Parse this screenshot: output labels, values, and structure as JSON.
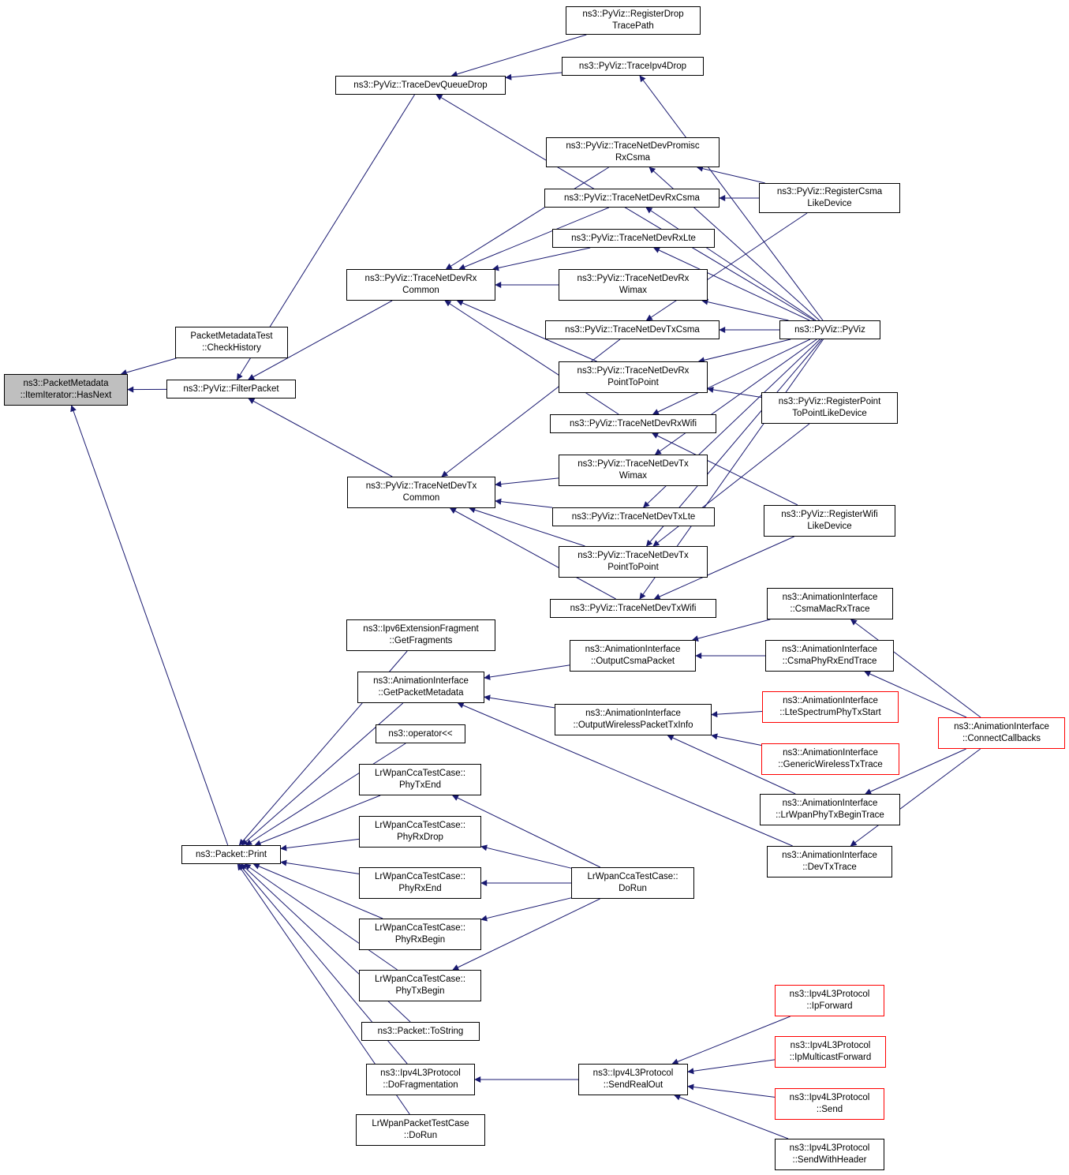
{
  "diagram": {
    "edge_color": "#191970",
    "truncated_node_border_color": "#ff0000",
    "root_fill_color": "#bfbfbf",
    "nodes": [
      {
        "id": "root",
        "lines": [
          "ns3::PacketMetadata",
          "::ItemIterator::HasNext"
        ],
        "style": "root"
      },
      {
        "id": "pmt",
        "lines": [
          "PacketMetadataTest",
          "::CheckHistory"
        ]
      },
      {
        "id": "fp",
        "lines": [
          "ns3::PyViz::FilterPacket"
        ]
      },
      {
        "id": "pp",
        "lines": [
          "ns3::Packet::Print"
        ]
      },
      {
        "id": "tdqd",
        "lines": [
          "ns3::PyViz::TraceDevQueueDrop"
        ]
      },
      {
        "id": "rxc",
        "lines": [
          "ns3::PyViz::TraceNetDevRx",
          "Common"
        ]
      },
      {
        "id": "txc",
        "lines": [
          "ns3::PyViz::TraceNetDevTx",
          "Common"
        ]
      },
      {
        "id": "rdtp",
        "lines": [
          "ns3::PyViz::RegisterDrop",
          "TracePath"
        ]
      },
      {
        "id": "ti4d",
        "lines": [
          "ns3::PyViz::TraceIpv4Drop"
        ]
      },
      {
        "id": "tprc",
        "lines": [
          "ns3::PyViz::TraceNetDevPromisc",
          "RxCsma"
        ]
      },
      {
        "id": "trxcs",
        "lines": [
          "ns3::PyViz::TraceNetDevRxCsma"
        ]
      },
      {
        "id": "trxlte",
        "lines": [
          "ns3::PyViz::TraceNetDevRxLte"
        ]
      },
      {
        "id": "trxwx",
        "lines": [
          "ns3::PyViz::TraceNetDevRx",
          "Wimax"
        ]
      },
      {
        "id": "ttxcs",
        "lines": [
          "ns3::PyViz::TraceNetDevTxCsma"
        ]
      },
      {
        "id": "trxp2p",
        "lines": [
          "ns3::PyViz::TraceNetDevRx",
          "PointToPoint"
        ]
      },
      {
        "id": "trxwf",
        "lines": [
          "ns3::PyViz::TraceNetDevRxWifi"
        ]
      },
      {
        "id": "ttxwx",
        "lines": [
          "ns3::PyViz::TraceNetDevTx",
          "Wimax"
        ]
      },
      {
        "id": "ttxlte",
        "lines": [
          "ns3::PyViz::TraceNetDevTxLte"
        ]
      },
      {
        "id": "ttxp2p",
        "lines": [
          "ns3::PyViz::TraceNetDevTx",
          "PointToPoint"
        ]
      },
      {
        "id": "ttxwf",
        "lines": [
          "ns3::PyViz::TraceNetDevTxWifi"
        ]
      },
      {
        "id": "rcsma",
        "lines": [
          "ns3::PyViz::RegisterCsma",
          "LikeDevice"
        ]
      },
      {
        "id": "pyviz",
        "lines": [
          "ns3::PyViz::PyViz"
        ]
      },
      {
        "id": "rp2p",
        "lines": [
          "ns3::PyViz::RegisterPoint",
          "ToPointLikeDevice"
        ]
      },
      {
        "id": "rwifi",
        "lines": [
          "ns3::PyViz::RegisterWifi",
          "LikeDevice"
        ]
      },
      {
        "id": "i6gf",
        "lines": [
          "ns3::Ipv6ExtensionFragment",
          "::GetFragments"
        ]
      },
      {
        "id": "agpm",
        "lines": [
          "ns3::AnimationInterface",
          "::GetPacketMetadata"
        ]
      },
      {
        "id": "op",
        "lines": [
          "ns3::operator<<"
        ]
      },
      {
        "id": "ptxend",
        "lines": [
          "LrWpanCcaTestCase::",
          "PhyTxEnd"
        ]
      },
      {
        "id": "prxdrop",
        "lines": [
          "LrWpanCcaTestCase::",
          "PhyRxDrop"
        ]
      },
      {
        "id": "prxend",
        "lines": [
          "LrWpanCcaTestCase::",
          "PhyRxEnd"
        ]
      },
      {
        "id": "prxbeg",
        "lines": [
          "LrWpanCcaTestCase::",
          "PhyRxBegin"
        ]
      },
      {
        "id": "ptxbeg",
        "lines": [
          "LrWpanCcaTestCase::",
          "PhyTxBegin"
        ]
      },
      {
        "id": "pts",
        "lines": [
          "ns3::Packet::ToString"
        ]
      },
      {
        "id": "dfrag",
        "lines": [
          "ns3::Ipv4L3Protocol",
          "::DoFragmentation"
        ]
      },
      {
        "id": "lwptc",
        "lines": [
          "LrWpanPacketTestCase",
          "::DoRun"
        ]
      },
      {
        "id": "aocp",
        "lines": [
          "ns3::AnimationInterface",
          "::OutputCsmaPacket"
        ]
      },
      {
        "id": "aowp",
        "lines": [
          "ns3::AnimationInterface",
          "::OutputWirelessPacketTxInfo"
        ]
      },
      {
        "id": "ccarun",
        "lines": [
          "LrWpanCcaTestCase::",
          "DoRun"
        ]
      },
      {
        "id": "srout",
        "lines": [
          "ns3::Ipv4L3Protocol",
          "::SendRealOut"
        ]
      },
      {
        "id": "acmrx",
        "lines": [
          "ns3::AnimationInterface",
          "::CsmaMacRxTrace"
        ]
      },
      {
        "id": "acprx",
        "lines": [
          "ns3::AnimationInterface",
          "::CsmaPhyRxEndTrace"
        ]
      },
      {
        "id": "alte",
        "lines": [
          "ns3::AnimationInterface",
          "::LteSpectrumPhyTxStart"
        ],
        "style": "red"
      },
      {
        "id": "agw",
        "lines": [
          "ns3::AnimationInterface",
          "::GenericWirelessTxTrace"
        ],
        "style": "red"
      },
      {
        "id": "alrw",
        "lines": [
          "ns3::AnimationInterface",
          "::LrWpanPhyTxBeginTrace"
        ]
      },
      {
        "id": "adtx",
        "lines": [
          "ns3::AnimationInterface",
          "::DevTxTrace"
        ]
      },
      {
        "id": "acc",
        "lines": [
          "ns3::AnimationInterface",
          "::ConnectCallbacks"
        ],
        "style": "red"
      },
      {
        "id": "ipf",
        "lines": [
          "ns3::Ipv4L3Protocol",
          "::IpForward"
        ],
        "style": "red"
      },
      {
        "id": "ipmf",
        "lines": [
          "ns3::Ipv4L3Protocol",
          "::IpMulticastForward"
        ],
        "style": "red"
      },
      {
        "id": "isend",
        "lines": [
          "ns3::Ipv4L3Protocol",
          "::Send"
        ],
        "style": "red"
      },
      {
        "id": "iswh",
        "lines": [
          "ns3::Ipv4L3Protocol",
          "::SendWithHeader"
        ]
      }
    ],
    "edges": [
      [
        "pmt",
        "root"
      ],
      [
        "fp",
        "root"
      ],
      [
        "pp",
        "root"
      ],
      [
        "tdqd",
        "fp"
      ],
      [
        "rxc",
        "fp"
      ],
      [
        "txc",
        "fp"
      ],
      [
        "rdtp",
        "tdqd"
      ],
      [
        "ti4d",
        "tdqd"
      ],
      [
        "pyviz",
        "tdqd"
      ],
      [
        "pyviz",
        "ti4d"
      ],
      [
        "tprc",
        "rxc"
      ],
      [
        "trxcs",
        "rxc"
      ],
      [
        "trxlte",
        "rxc"
      ],
      [
        "trxwx",
        "rxc"
      ],
      [
        "trxp2p",
        "rxc"
      ],
      [
        "trxwf",
        "rxc"
      ],
      [
        "ttxcs",
        "txc"
      ],
      [
        "ttxwx",
        "txc"
      ],
      [
        "ttxlte",
        "txc"
      ],
      [
        "ttxp2p",
        "txc"
      ],
      [
        "ttxwf",
        "txc"
      ],
      [
        "rcsma",
        "tprc"
      ],
      [
        "pyviz",
        "tprc"
      ],
      [
        "rcsma",
        "trxcs"
      ],
      [
        "pyviz",
        "trxcs"
      ],
      [
        "pyviz",
        "trxlte"
      ],
      [
        "pyviz",
        "trxwx"
      ],
      [
        "rcsma",
        "ttxcs"
      ],
      [
        "pyviz",
        "ttxcs"
      ],
      [
        "pyviz",
        "trxp2p"
      ],
      [
        "rp2p",
        "trxp2p"
      ],
      [
        "pyviz",
        "trxwf"
      ],
      [
        "rwifi",
        "trxwf"
      ],
      [
        "pyviz",
        "ttxwx"
      ],
      [
        "pyviz",
        "ttxlte"
      ],
      [
        "pyviz",
        "ttxp2p"
      ],
      [
        "rp2p",
        "ttxp2p"
      ],
      [
        "pyviz",
        "ttxwf"
      ],
      [
        "rwifi",
        "ttxwf"
      ],
      [
        "i6gf",
        "pp"
      ],
      [
        "agpm",
        "pp"
      ],
      [
        "op",
        "pp"
      ],
      [
        "ptxend",
        "pp"
      ],
      [
        "prxdrop",
        "pp"
      ],
      [
        "prxend",
        "pp"
      ],
      [
        "prxbeg",
        "pp"
      ],
      [
        "ptxbeg",
        "pp"
      ],
      [
        "pts",
        "pp"
      ],
      [
        "dfrag",
        "pp"
      ],
      [
        "lwptc",
        "pp"
      ],
      [
        "aocp",
        "agpm"
      ],
      [
        "aowp",
        "agpm"
      ],
      [
        "adtx",
        "agpm"
      ],
      [
        "acmrx",
        "aocp"
      ],
      [
        "acprx",
        "aocp"
      ],
      [
        "alte",
        "aowp"
      ],
      [
        "agw",
        "aowp"
      ],
      [
        "alrw",
        "aowp"
      ],
      [
        "acc",
        "acmrx"
      ],
      [
        "acc",
        "acprx"
      ],
      [
        "acc",
        "alrw"
      ],
      [
        "acc",
        "adtx"
      ],
      [
        "ccarun",
        "ptxend"
      ],
      [
        "ccarun",
        "prxdrop"
      ],
      [
        "ccarun",
        "prxend"
      ],
      [
        "ccarun",
        "prxbeg"
      ],
      [
        "ccarun",
        "ptxbeg"
      ],
      [
        "srout",
        "dfrag"
      ],
      [
        "ipf",
        "srout"
      ],
      [
        "ipmf",
        "srout"
      ],
      [
        "isend",
        "srout"
      ],
      [
        "iswh",
        "srout"
      ]
    ]
  }
}
